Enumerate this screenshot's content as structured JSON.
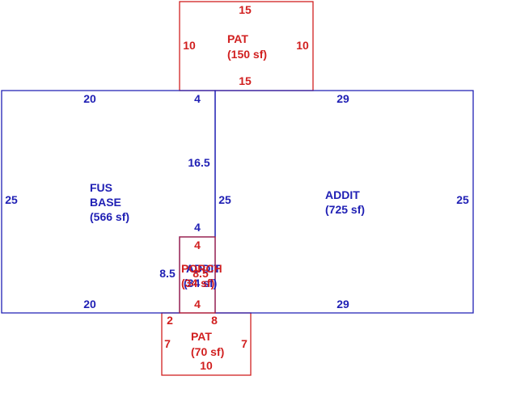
{
  "colors": {
    "main_line": "#1f1fb4",
    "patio_line": "#d11f1f"
  },
  "areas": {
    "base": {
      "name_line1": "FUS",
      "name_line2": "BASE",
      "area": "(566 sf)"
    },
    "addit": {
      "name": "ADDIT",
      "area": "(725 sf)"
    },
    "small_addit": {
      "name": "ADDIT",
      "area": "(34 sf)"
    },
    "porch": {
      "name": "PORCH",
      "area": "(34 sf)"
    },
    "patio_top": {
      "name": "PAT",
      "area": "(150 sf)"
    },
    "patio_bottom": {
      "name": "PAT",
      "area": "(70 sf)"
    }
  },
  "dimensions": {
    "base_top": "20",
    "base_left": "25",
    "base_bottom": "20",
    "notch_top": "4",
    "base_right_upper": "16.5",
    "base_inner_right": "25",
    "notch_side": "4",
    "notch_left": "8.5",
    "addit_top": "29",
    "addit_right": "25",
    "addit_bottom": "29",
    "porch_top": "4",
    "porch_side": "8.5",
    "porch_bottom": "4",
    "patio_top_top": "15",
    "patio_top_left": "10",
    "patio_top_right": "10",
    "patio_top_bottom": "15",
    "patio_bottom_left_seg": "2",
    "patio_bottom_right_seg": "8",
    "patio_bottom_left": "7",
    "patio_bottom_right": "7",
    "patio_bottom_bottom": "10"
  }
}
